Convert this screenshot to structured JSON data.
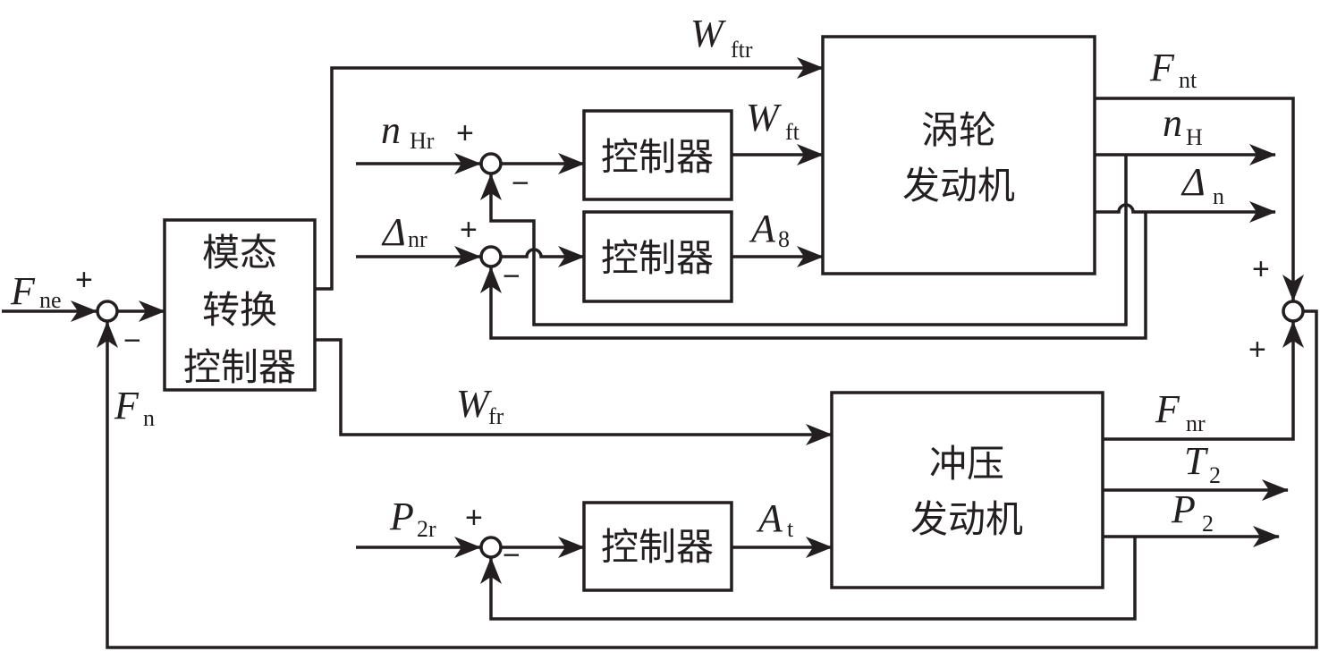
{
  "blocks": {
    "mode_switch": [
      "模态",
      "转换",
      "控制器"
    ],
    "turbine_engine": [
      "涡轮",
      "发动机"
    ],
    "ramjet_engine": [
      "冲压",
      "发动机"
    ],
    "controller_nh": "控制器",
    "controller_dn": "控制器",
    "controller_p2": "控制器"
  },
  "signals": {
    "Fne": {
      "main": "F",
      "sub": "ne"
    },
    "Fn": {
      "main": "F",
      "sub": "n"
    },
    "Wftr": {
      "main": "W",
      "sub": "ftr"
    },
    "nHr": {
      "main": "n",
      "sub": "Hr"
    },
    "Wft": {
      "main": "W",
      "sub": "ft"
    },
    "Dnr": {
      "main": "Δ",
      "sub": "nr"
    },
    "A8": {
      "main": "A",
      "sub": "8"
    },
    "Fnt": {
      "main": "F",
      "sub": "nt"
    },
    "nH": {
      "main": "n",
      "sub": "H"
    },
    "Dn": {
      "main": "Δ",
      "sub": "n"
    },
    "Wfr": {
      "main": "W",
      "sub": "fr"
    },
    "Fnr": {
      "main": "F",
      "sub": "nr"
    },
    "T2": {
      "main": "T",
      "sub": "2"
    },
    "P2": {
      "main": "P",
      "sub": "2"
    },
    "P2r": {
      "main": "P",
      "sub": "2r"
    },
    "At": {
      "main": "A",
      "sub": "t"
    }
  },
  "signs": {
    "plus": "+",
    "minus": "−"
  }
}
